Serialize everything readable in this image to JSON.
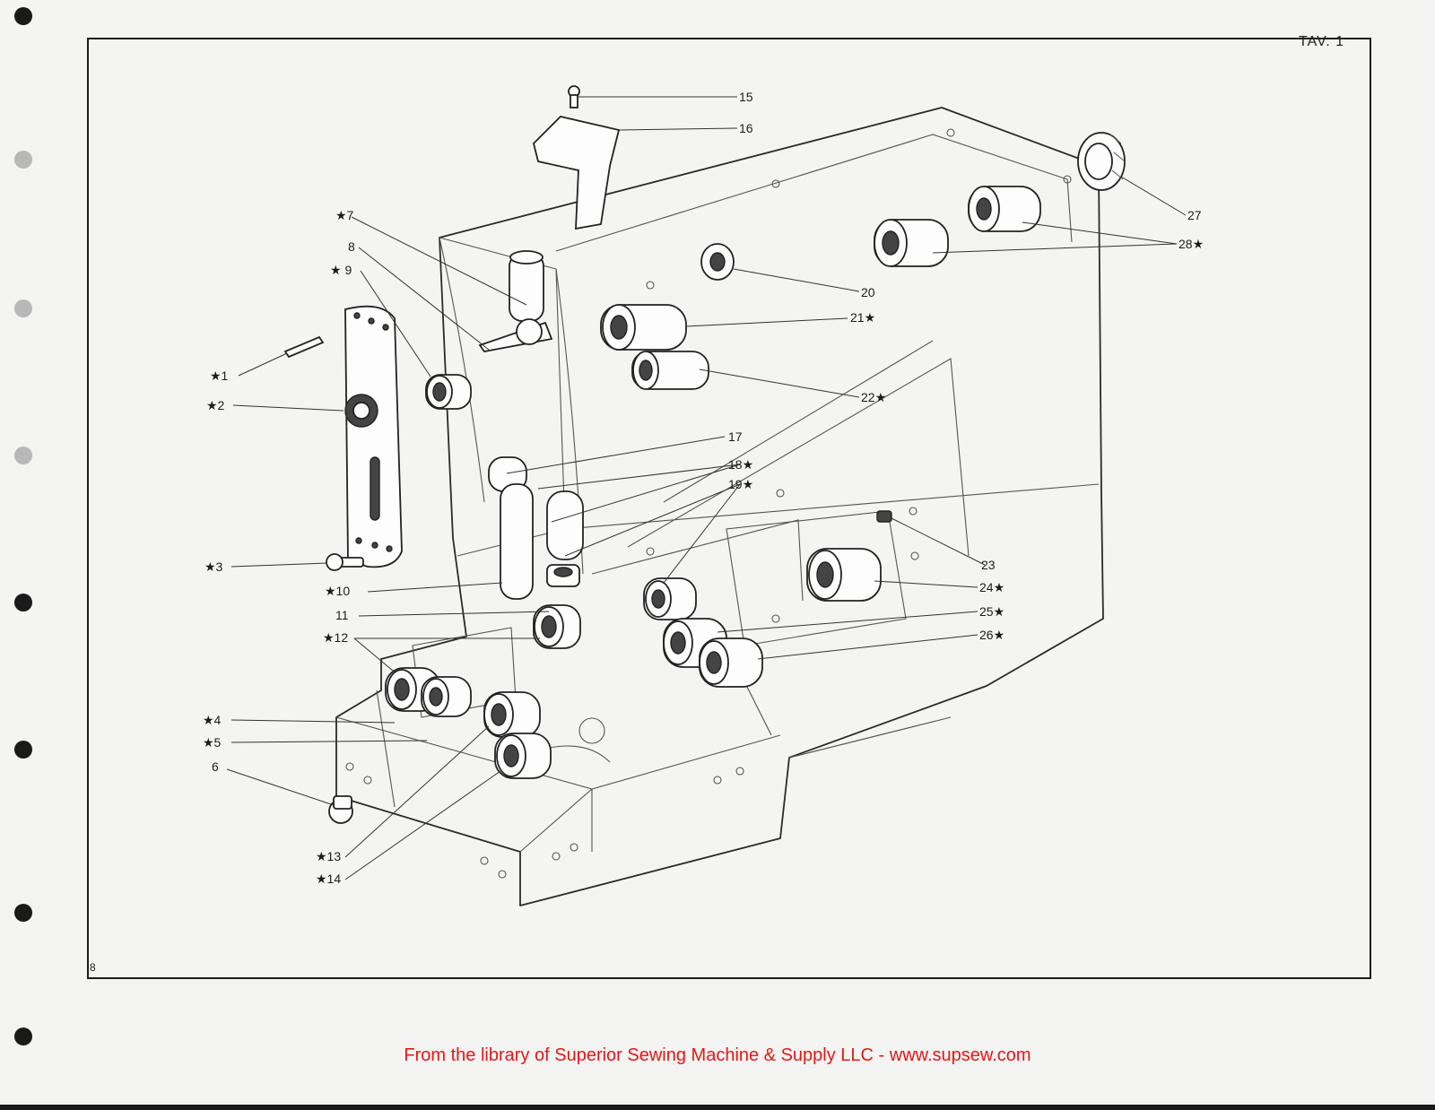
{
  "sheet": {
    "table_label": "TAV. 1",
    "page_number": "8"
  },
  "callouts": [
    {
      "id": "1",
      "label": "★1"
    },
    {
      "id": "2",
      "label": "★2"
    },
    {
      "id": "3",
      "label": "★3"
    },
    {
      "id": "4",
      "label": "★4"
    },
    {
      "id": "5",
      "label": "★5"
    },
    {
      "id": "6",
      "label": "6"
    },
    {
      "id": "7",
      "label": "★7"
    },
    {
      "id": "8",
      "label": "8"
    },
    {
      "id": "9",
      "label": "★ 9"
    },
    {
      "id": "10",
      "label": "★10"
    },
    {
      "id": "11",
      "label": "11"
    },
    {
      "id": "12",
      "label": "★12"
    },
    {
      "id": "13",
      "label": "★13"
    },
    {
      "id": "14",
      "label": "★14"
    },
    {
      "id": "15",
      "label": "15"
    },
    {
      "id": "16",
      "label": "16"
    },
    {
      "id": "17",
      "label": "17"
    },
    {
      "id": "18",
      "label": "18★"
    },
    {
      "id": "19",
      "label": "19★"
    },
    {
      "id": "20",
      "label": "20"
    },
    {
      "id": "21",
      "label": "21★"
    },
    {
      "id": "22",
      "label": "22★"
    },
    {
      "id": "23",
      "label": "23"
    },
    {
      "id": "24",
      "label": "24★"
    },
    {
      "id": "25",
      "label": "25★"
    },
    {
      "id": "26",
      "label": "26★"
    },
    {
      "id": "27",
      "label": "27"
    },
    {
      "id": "28",
      "label": "28★"
    }
  ],
  "footer": {
    "credit": "From the library of Superior Sewing Machine & Supply LLC - www.supsew.com",
    "credit_color": "#e01818"
  }
}
